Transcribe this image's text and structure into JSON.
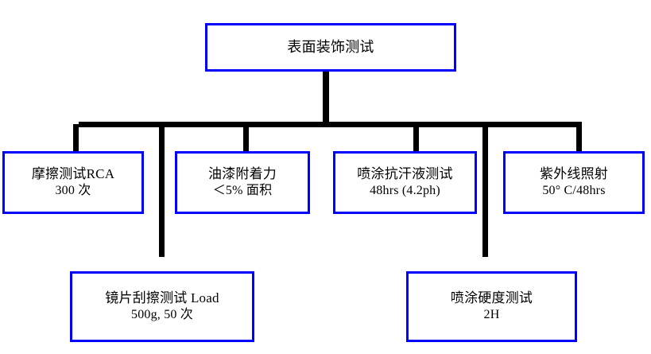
{
  "diagram": {
    "type": "tree",
    "title": "表面装饰测试",
    "border_color": "#0000ff",
    "connector_color": "#000000",
    "background_color": "#ffffff",
    "root": {
      "id": "root",
      "label": "表面装饰测试"
    },
    "level1": [
      {
        "id": "rca",
        "line1": "摩擦测试RCA",
        "line2": "300 次"
      },
      {
        "id": "paint",
        "line1": "油漆附着力",
        "line2": "＜5% 面积"
      },
      {
        "id": "sweat",
        "line1": "喷涂抗汗液测试",
        "line2": "48hrs (4.2ph)"
      },
      {
        "id": "uv",
        "line1": "紫外线照射",
        "line2": "50° C/48hrs"
      }
    ],
    "level2": [
      {
        "id": "lens",
        "line1": "镜片刮擦测试 Load",
        "line2": "500g, 50 次"
      },
      {
        "id": "hardness",
        "line1": "喷涂硬度测试",
        "line2": "2H"
      }
    ]
  }
}
